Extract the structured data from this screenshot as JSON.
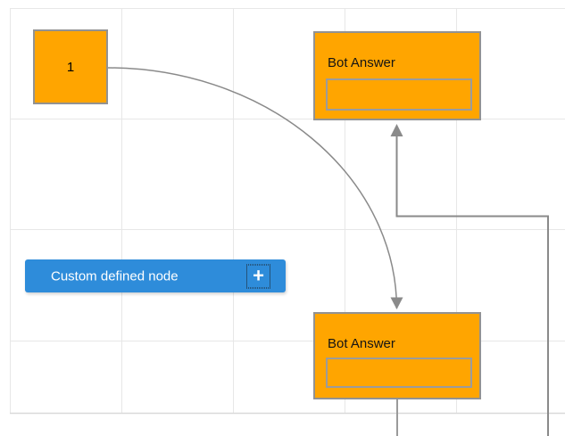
{
  "diagram": {
    "node1": {
      "label": "1"
    },
    "bot_answer_top": {
      "title": "Bot Answer",
      "input_value": ""
    },
    "bot_answer_bottom": {
      "title": "Bot Answer",
      "input_value": ""
    },
    "custom_node": {
      "label": "Custom defined node",
      "add_icon": "+"
    }
  },
  "colors": {
    "node_fill": "#ffa500",
    "node_stroke": "#929292",
    "inner_box_stroke": "#9b9b9b",
    "custom_node_fill": "#2e8cda",
    "custom_node_text": "#ffffff",
    "connector": "#8a8a8a",
    "grid_line": "#e7e7e7",
    "canvas_boundary": "#d9d9d9",
    "node_text": "#000000",
    "background": "#ffffff"
  },
  "canvas": {
    "grid_cell_size": 125,
    "vertical_lines_x": [
      11.5,
      136.5,
      261.5,
      386.5,
      511.5
    ],
    "horizontal_lines_y": [
      9.5,
      133.5,
      257.5,
      382.5
    ],
    "bottom_boundary_y": 463.5
  }
}
